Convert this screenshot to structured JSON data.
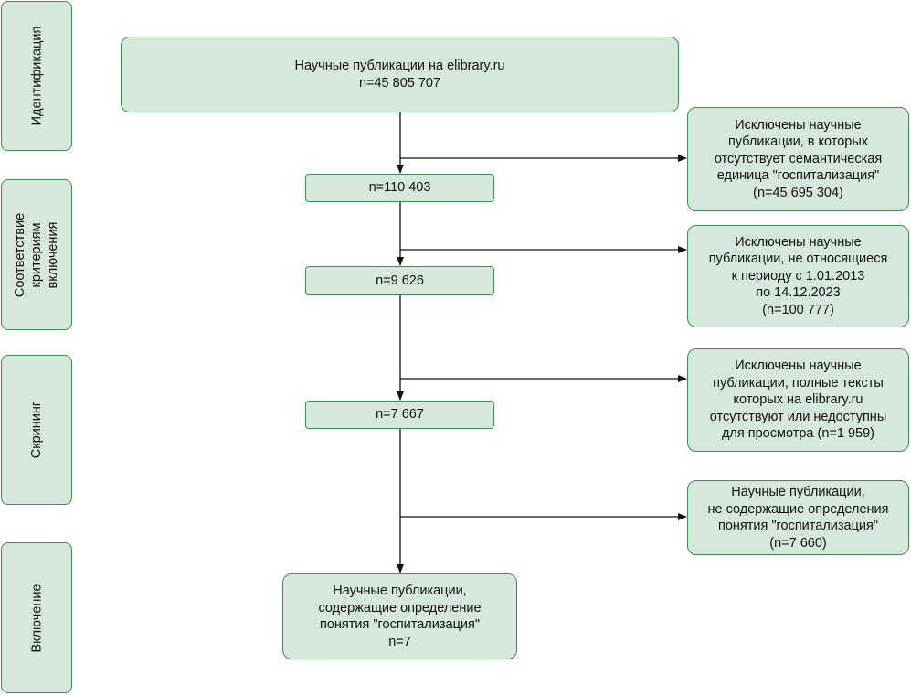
{
  "stages": {
    "identification": "Идентификация",
    "eligibility": "Соответствие\nкритериям\nвключения",
    "screening": "Скрининг",
    "inclusion": "Включение"
  },
  "flow": {
    "source": "Научные публикации на elibrary.ru\nn=45 805 707",
    "step1": "n=110 403",
    "step2": "n=9 626",
    "step3": "n=7 667",
    "final": "Научные публикации,\nсодержащие определение\nпонятия \"госпитализация\"\nn=7"
  },
  "exclusions": {
    "ex1": "Исключены научные\nпубликации, в которых\nотсутствует семантическая\nединица \"госпитализация\"\n(n=45 695 304)",
    "ex2": "Исключены научные\nпубликации, не относящиеся\nк периоду с 1.01.2013\nпо 14.12.2023\n(n=100 777)",
    "ex3": "Исключены научные\nпубликации, полные тексты\nкоторых на elibrary.ru\nотсутствуют или недоступны\nдля просмотра (n=1 959)",
    "ex4": "Научные публикации,\nне содержащие определения\nпонятия \"госпитализация\"\n(n=7 660)"
  },
  "colors": {
    "box_fill": "#d6e7dc",
    "box_border": "#3f8a55",
    "arrow": "#111111"
  }
}
